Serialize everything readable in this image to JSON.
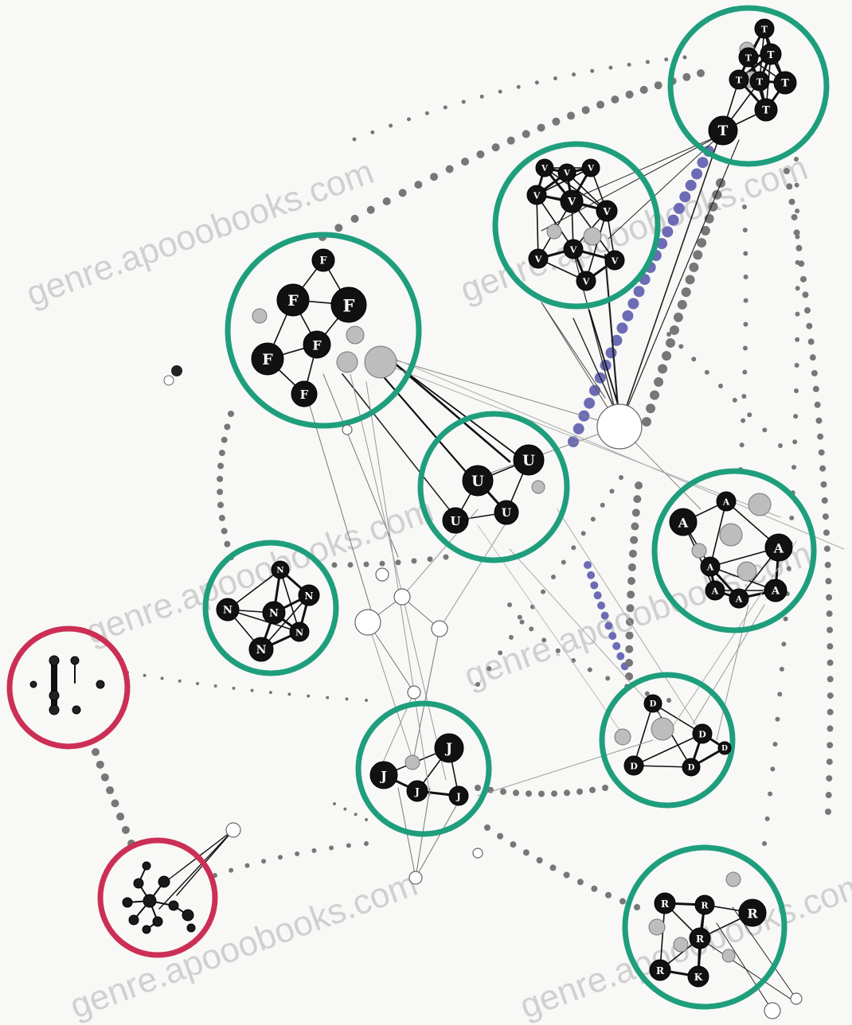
{
  "watermark": "genre.apooobooks.com",
  "colors": {
    "community_ring": "#1f9e7d",
    "outlier_ring": "#cc2f55",
    "bridge_dots": "#6c6cb6",
    "dots": "#777777",
    "node_dark": "#111111",
    "node_gray": "#bdbdbd",
    "node_white": "#ffffff"
  },
  "communities": [
    {
      "id": "T",
      "label": "T",
      "kind": "community",
      "members": [
        "T",
        "T",
        "T",
        "T",
        "T",
        "T",
        "T"
      ]
    },
    {
      "id": "V",
      "label": "V",
      "kind": "community",
      "members": [
        "V",
        "V",
        "V",
        "V",
        "V",
        "V",
        "V",
        "V",
        "V"
      ]
    },
    {
      "id": "F",
      "label": "F",
      "kind": "community",
      "members": [
        "F",
        "F",
        "F",
        "F",
        "F",
        "F"
      ]
    },
    {
      "id": "U",
      "label": "U",
      "kind": "community",
      "members": [
        "U",
        "U",
        "U",
        "U"
      ]
    },
    {
      "id": "A",
      "label": "A",
      "kind": "community",
      "members": [
        "A",
        "A",
        "A",
        "A",
        "A",
        "A",
        "A",
        "A"
      ]
    },
    {
      "id": "N",
      "label": "N",
      "kind": "community",
      "members": [
        "N",
        "N",
        "N",
        "N",
        "N",
        "N"
      ]
    },
    {
      "id": "D",
      "label": "D",
      "kind": "community",
      "members": [
        "D",
        "D",
        "D",
        "D",
        "D"
      ]
    },
    {
      "id": "J",
      "label": "J",
      "kind": "community",
      "members": [
        "J",
        "J",
        "J",
        "J"
      ]
    },
    {
      "id": "R",
      "label": "R",
      "kind": "community",
      "members": [
        "R",
        "R",
        "R",
        "R",
        "R",
        "K"
      ]
    },
    {
      "id": "O1",
      "label": "",
      "kind": "outlier",
      "members": []
    },
    {
      "id": "O2",
      "label": "",
      "kind": "outlier",
      "members": []
    }
  ]
}
